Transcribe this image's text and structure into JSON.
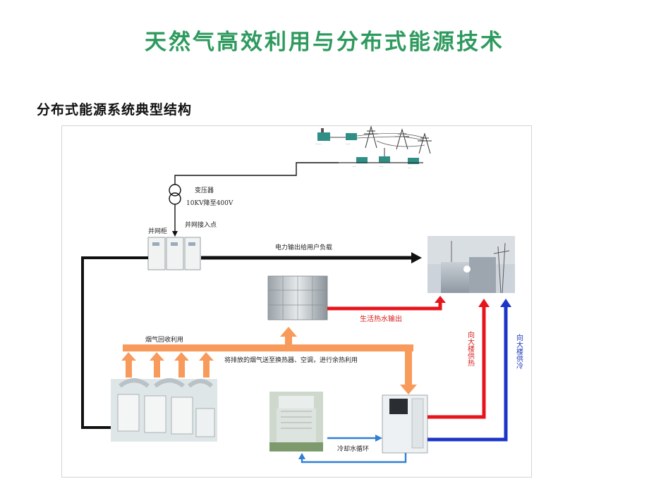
{
  "page": {
    "title": "天然气高效利用与分布式能源技术",
    "subtitle": "分布式能源系统典型结构"
  },
  "diagram": {
    "transformer_label": "变压器",
    "transformer_spec": "10KV降至400V",
    "grid_connection_point": "并网接入点",
    "grid_cabinet": "并网柜",
    "power_output_label": "电力输出给用户负载",
    "hot_water_output_label": "生活热水输出",
    "flue_gas_recovery_label": "烟气回收利用",
    "exhaust_heat_label": "将排放的烟气送至换热器、空调，进行余热利用",
    "heating_label": "向大楼供热",
    "cooling_label": "向大楼供冷",
    "cooling_water_label": "冷却水循环"
  },
  "colors": {
    "title_green": "#2e9a5e",
    "orange_flow": "#f79a5b",
    "red_flow": "#e8141c",
    "blue_flow": "#1b35c9",
    "light_blue_flow": "#2f7fd6",
    "black_line": "#111111"
  }
}
